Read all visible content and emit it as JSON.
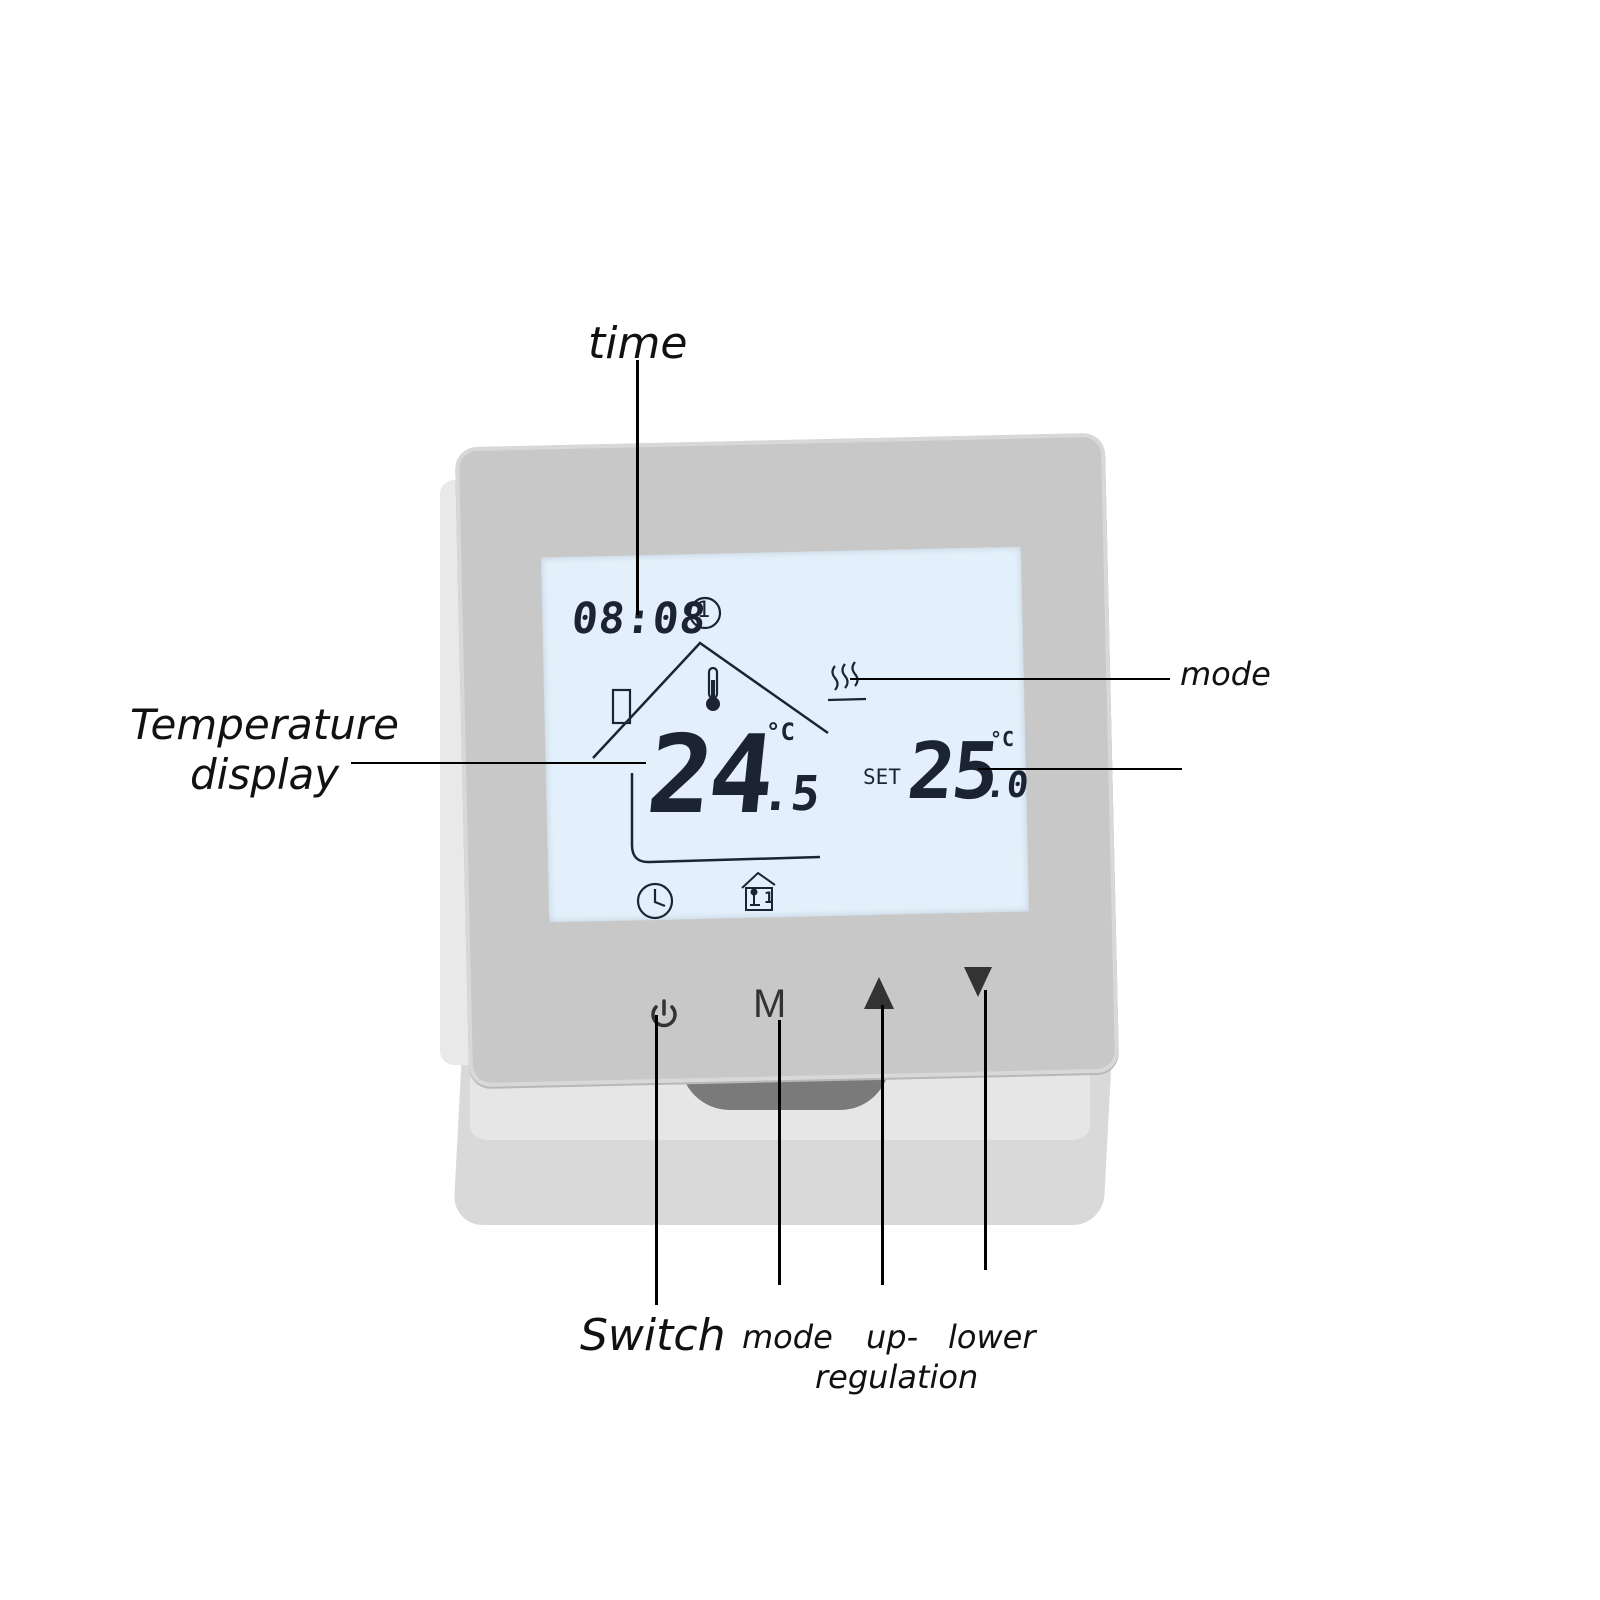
{
  "callouts": {
    "time": "time",
    "temperature_display_line1": "Temperature",
    "temperature_display_line2": "display",
    "mode_top": "mode",
    "switch": "Switch",
    "mode_button": "mode",
    "up_line1": "up-",
    "up_line2": "regulation",
    "lower": "lower"
  },
  "lcd": {
    "clock": "08:08",
    "program_number": "1",
    "room_temp_int": "24",
    "room_temp_dec": ".5",
    "room_temp_unit": "°C",
    "set_label": "SET",
    "set_temp_int": "25",
    "set_temp_dec": ".0",
    "set_temp_unit": "°C",
    "status_icon_program": "1"
  },
  "buttons": {
    "power_icon": "power-icon",
    "mode_label": "M",
    "up_icon": "triangle-up-icon",
    "down_icon": "triangle-down-icon"
  },
  "colors": {
    "bezel": "#c9c9c9",
    "lcd": "#e3f0fb",
    "lcd_ink": "#1c2434",
    "stand": "#dcdcdc"
  }
}
